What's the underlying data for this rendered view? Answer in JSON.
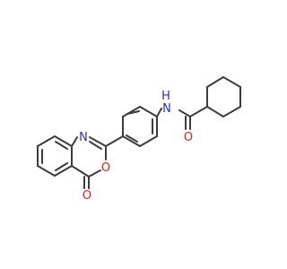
{
  "molecule": {
    "atom_labels": {
      "amide_nitrogen": "H",
      "amide_nitrogen_symbol": "N",
      "amide_oxygen": "O",
      "ring_nitrogen": "N",
      "ring_oxygen": "O",
      "ketone_oxygen": "O"
    }
  },
  "colors": {
    "bond": "#3c3c3c",
    "nitrogen": "#2b2bd6",
    "oxygen": "#e0211b",
    "background": "#ffffff"
  }
}
